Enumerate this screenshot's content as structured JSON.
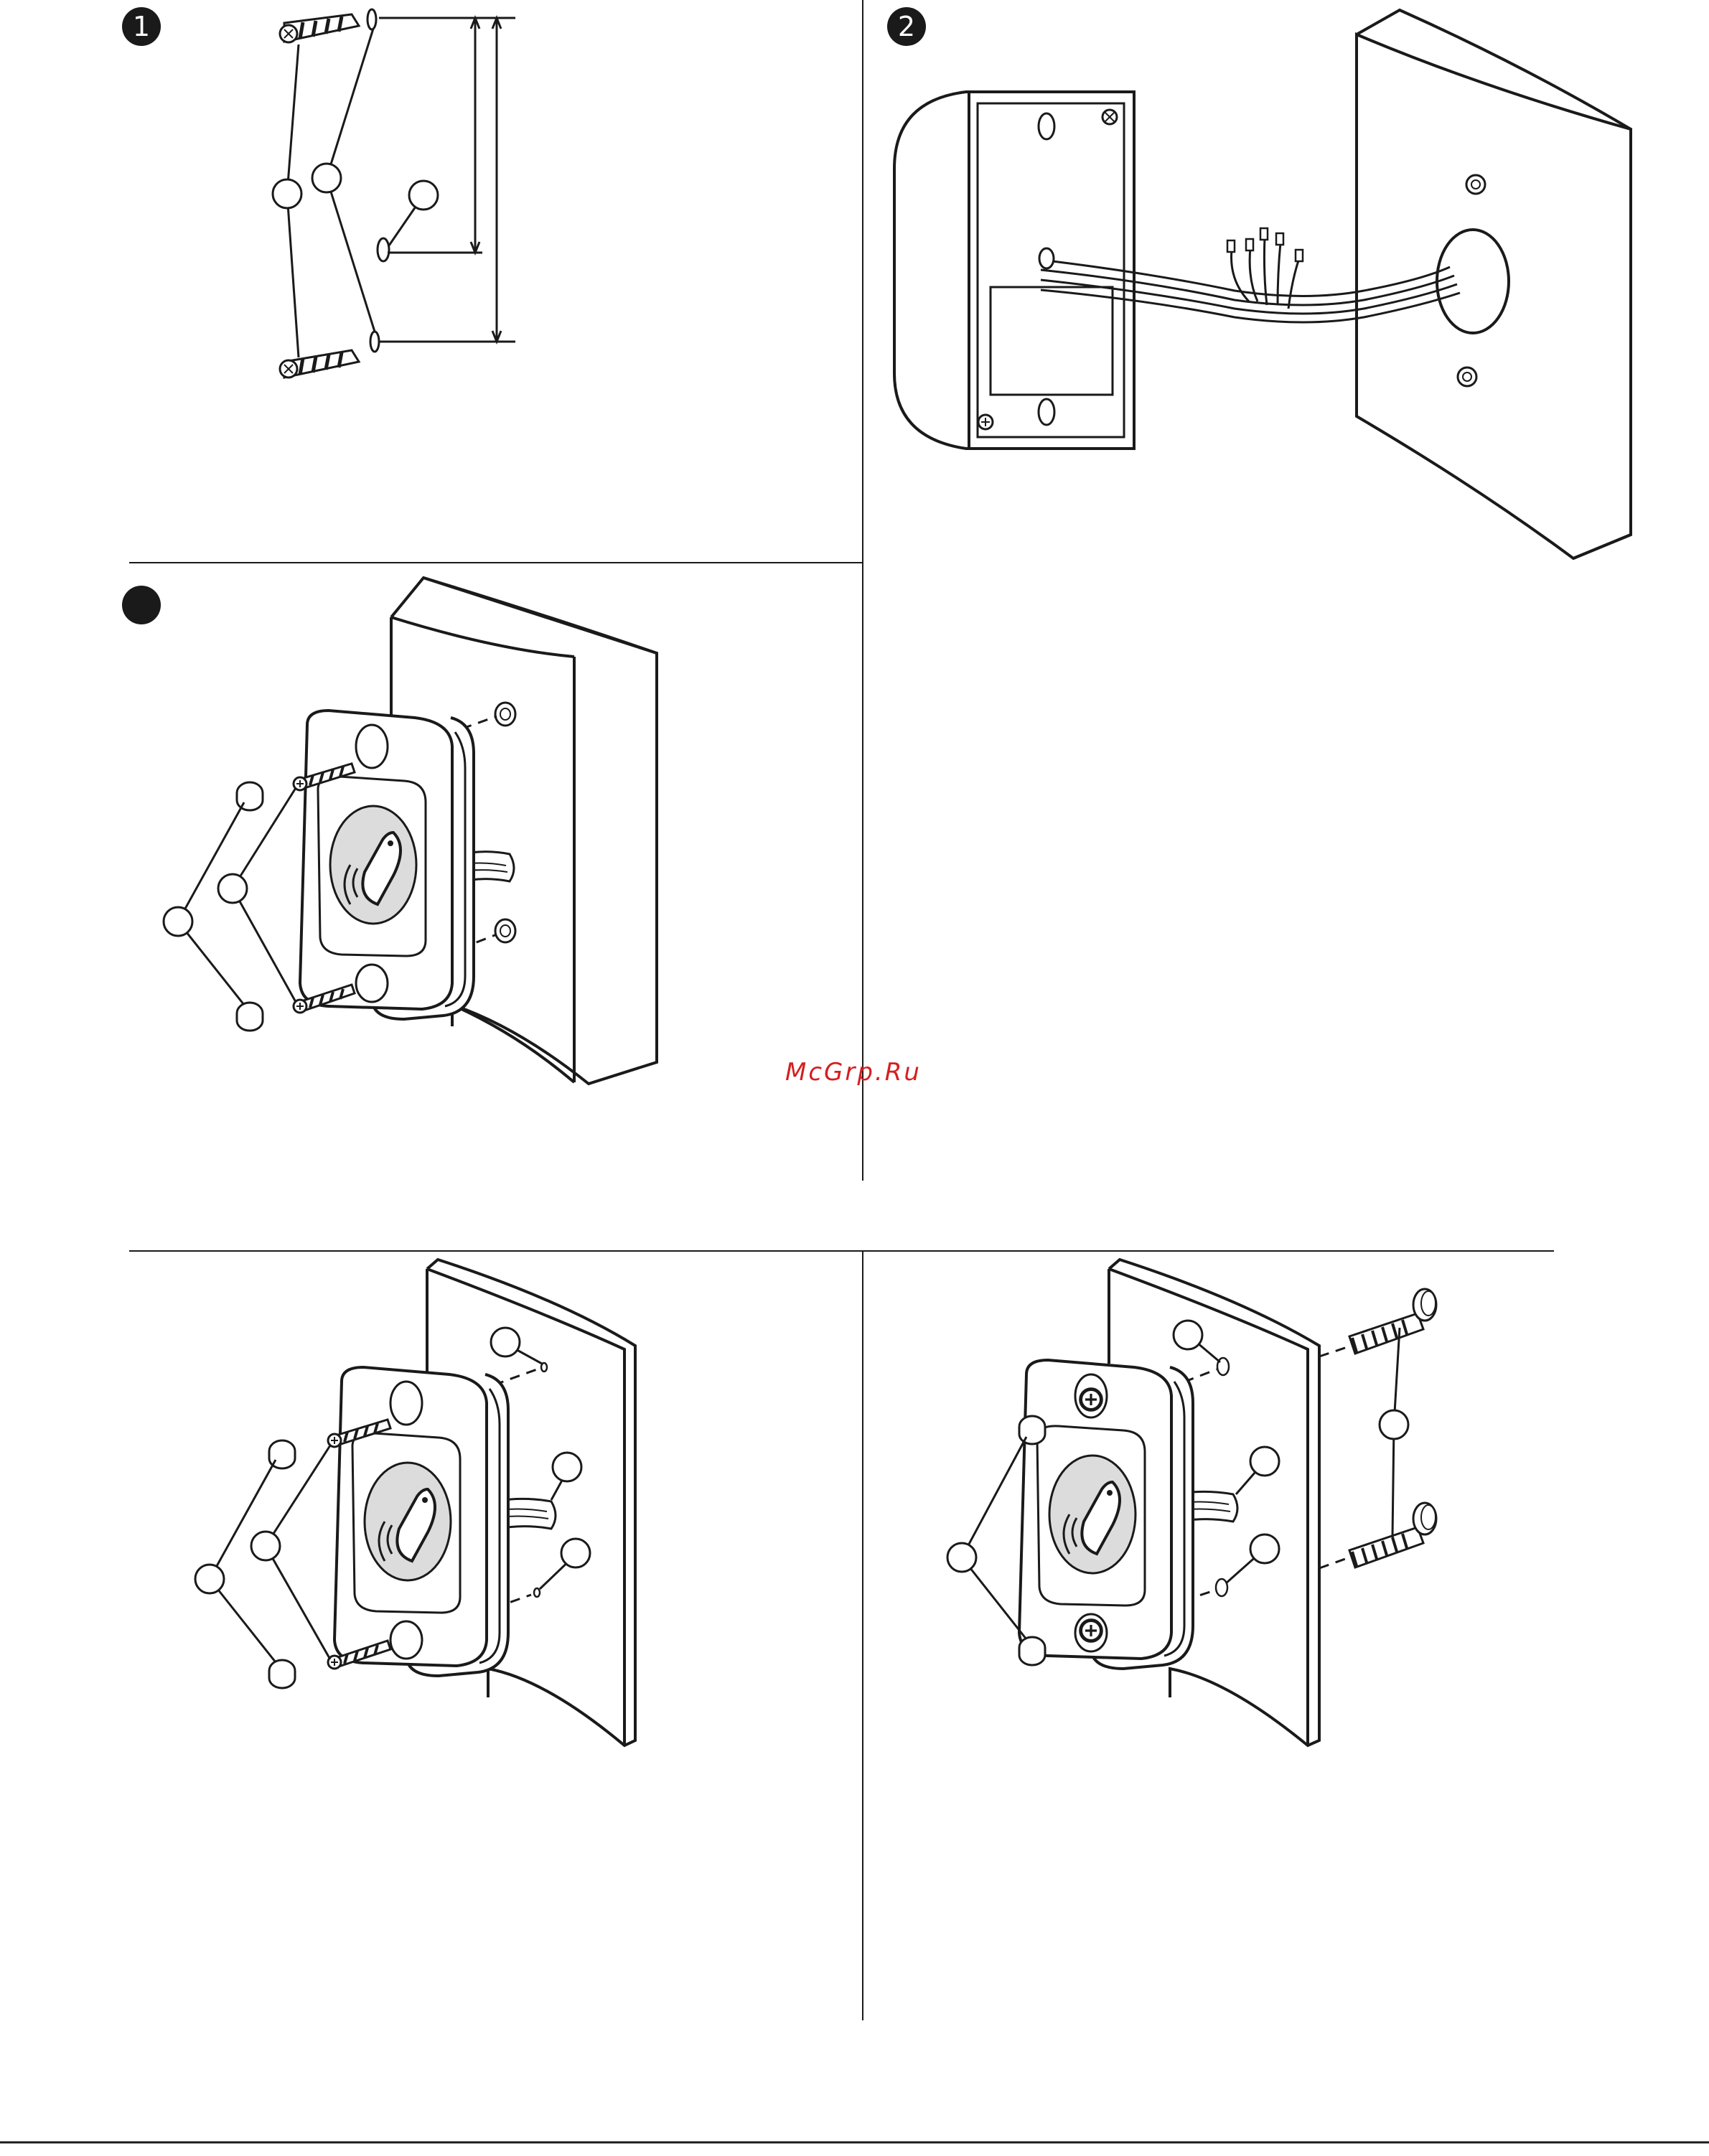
{
  "steps": {
    "step1": {
      "number": "1"
    },
    "step2": {
      "number": "2"
    },
    "step3": {
      "number": ""
    }
  },
  "watermark": {
    "text": "McGrp.Ru"
  },
  "colors": {
    "ink": "#1a1a1a",
    "badge": "#1a1a1a",
    "watermark": "#d51f1f",
    "reader_face": "#ffffff",
    "reader_badge": "#dcdcdc"
  }
}
